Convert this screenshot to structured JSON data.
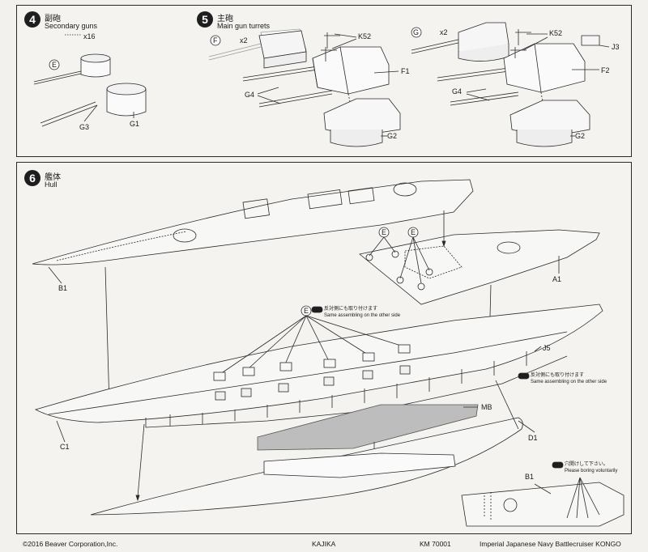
{
  "step4": {
    "number": "4",
    "title_jp": "副砲",
    "title_en": "Secondary guns",
    "qty": "x16",
    "labels": {
      "e": "E",
      "g3": "G3",
      "g1": "G1"
    }
  },
  "step5": {
    "number": "5",
    "title_jp": "主砲",
    "title_en": "Main gun turrets",
    "left": {
      "f": "F",
      "fx": "x2",
      "k52": "K52",
      "f1": "F1",
      "g4": "G4",
      "g2": "G2"
    },
    "right": {
      "g": "G",
      "gx": "x2",
      "k52": "K52",
      "j3": "J3",
      "f2": "F2",
      "g4": "G4",
      "g2": "G2"
    }
  },
  "step6": {
    "number": "6",
    "title_jp": "艦体",
    "title_en": "Hull",
    "labels": {
      "b1": "B1",
      "a1": "A1",
      "e": "E",
      "j5": "J5",
      "c1": "C1",
      "mb": "MB",
      "d1": "D1",
      "b1_inset": "B1"
    },
    "notes": {
      "same_jp_1": "反対側にも取り付けます",
      "same_en_1": "Same assembling on the other side",
      "same_jp_2": "反対側にも取り付けます",
      "same_en_2": "Same assembling on the other side",
      "drill_jp": "穴開けして下さい。",
      "drill_en": "Please boring voluntarily"
    }
  },
  "footer": {
    "copyright": "©2016 Beaver Corporation,Inc.",
    "brand": "KAJIKA",
    "code": "KM 70001",
    "title": "Imperial Japanese Navy Battlecruiser KONGO"
  }
}
